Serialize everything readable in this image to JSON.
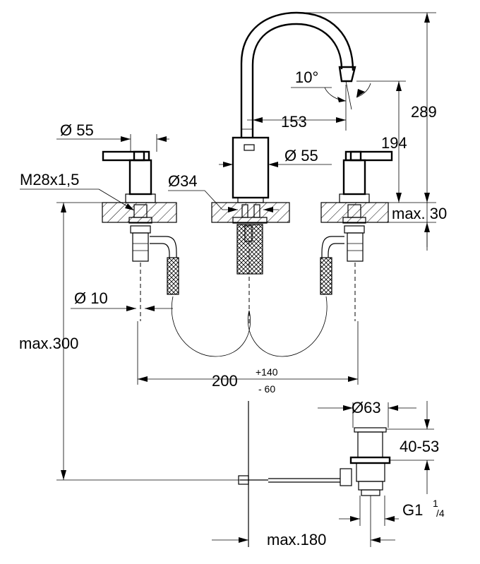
{
  "labels": {
    "angle": "10°",
    "reach": "153",
    "height_total": "289",
    "height_spout": "194",
    "handle_dia": "Ø 55",
    "body_dia": "Ø 55",
    "thread": "M28x1,5",
    "hole_dia": "Ø34",
    "max_deck": "max. 30",
    "pipe_dia": "Ø 10",
    "max_depth": "max.300",
    "spread_main": "200",
    "spread_plus": "+140",
    "spread_minus": "- 60",
    "waste_dia": "Ø63",
    "waste_range": "40-53",
    "waste_thread_main": "G1",
    "waste_thread_num": "1",
    "waste_thread_den": "/4",
    "rod_max": "max.180"
  }
}
